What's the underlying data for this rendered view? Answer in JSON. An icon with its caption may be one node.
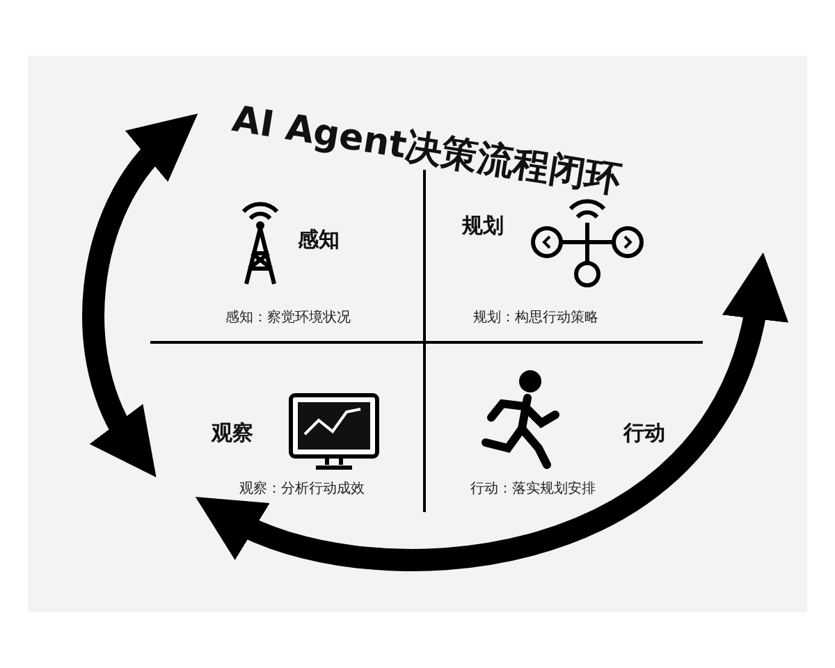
{
  "diagram": {
    "title": "AI Agent决策流程闭环",
    "nodes": [
      {
        "text": [
          "感知",
          "感知：察觉环境状况"
        ]
      },
      {
        "text": [
          "规划",
          "规划：构思行动策略"
        ]
      },
      {
        "text": [
          "观察",
          "观察：分析行动成效"
        ]
      },
      {
        "text": [
          "行动",
          "行动：落实规划安排"
        ]
      }
    ],
    "edges": [
      {
        "from": 2,
        "to": 0,
        "arrow": "both"
      }
    ]
  }
}
